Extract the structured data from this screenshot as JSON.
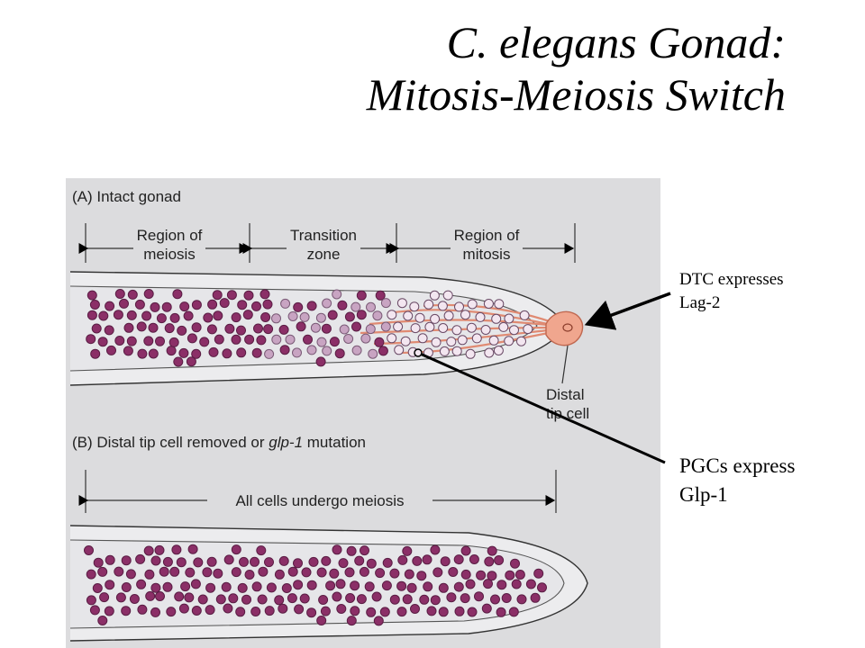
{
  "title": {
    "line1": "C. elegans Gonad:",
    "line2": "Mitosis-Meiosis Switch"
  },
  "panel_a": {
    "label": "(A) Intact gonad",
    "regions": {
      "meiosis_line1": "Region of",
      "meiosis_line2": "meiosis",
      "transition_line1": "Transition",
      "transition_line2": "zone",
      "mitosis_line1": "Region of",
      "mitosis_line2": "mitosis"
    },
    "dtc_label_line1": "Distal",
    "dtc_label_line2": "tip cell"
  },
  "panel_b": {
    "label_prefix": "(B) Distal tip cell removed or ",
    "label_gene": "glp-1",
    "label_suffix": " mutation",
    "region": "All cells undergo meiosis"
  },
  "annotations": {
    "dtc_line1": "DTC expresses",
    "dtc_line2": "Lag-2",
    "pgc_line1": "PGCs express",
    "pgc_line2": "Glp-1"
  },
  "colors": {
    "background": "#ffffff",
    "panel": "#dcdcde",
    "gonad_fill": "#ececee",
    "meiotic_cell": "#8b2f67",
    "transition_cell": "#c8a4c2",
    "mitotic_cell": "#f3e6f0",
    "distal_tip_cell": "#f0a68e",
    "arrow": "#000000"
  }
}
